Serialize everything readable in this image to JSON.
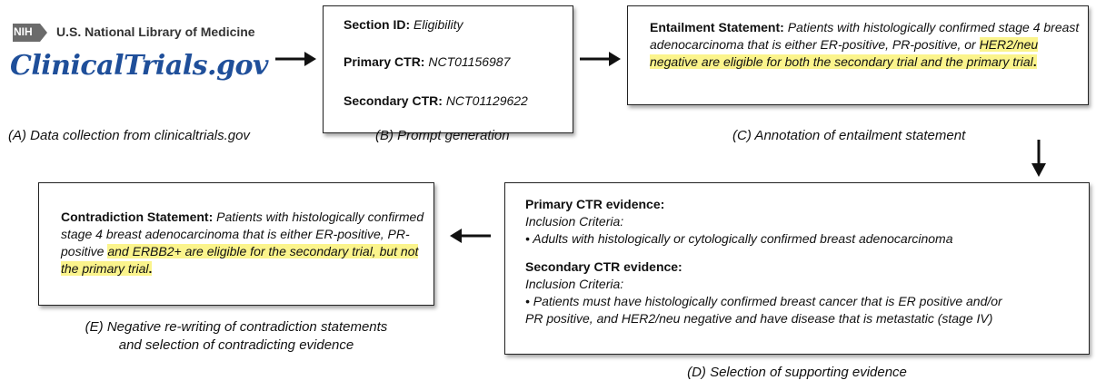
{
  "logo": {
    "nih_badge": "NIH",
    "org_name": "U.S. National Library of Medicine",
    "site_name": "ClinicalTrials.gov"
  },
  "box_b": {
    "section_label": "Section ID:",
    "section_value": "Eligibility",
    "primary_label": "Primary CTR:",
    "primary_value": "NCT01156987",
    "secondary_label": "Secondary CTR:",
    "secondary_value": "NCT01129622"
  },
  "box_c": {
    "label": "Entailment Statement:",
    "text_plain": "Patients with histologically confirmed stage 4 breast adenocarcinoma that is either ER-positive, PR-positive, or",
    "text_highlight": "HER2/neu negative are eligible for both the secondary trial and the primary trial",
    "end": "."
  },
  "box_d": {
    "primary_heading": "Primary CTR evidence:",
    "primary_sub": "Inclusion Criteria:",
    "primary_item": "•  Adults with histologically or cytologically confirmed breast adenocarcinoma",
    "secondary_heading": "Secondary CTR evidence:",
    "secondary_sub": "Inclusion Criteria:",
    "secondary_item_line1": "•  Patients must have histologically confirmed breast cancer that is ER positive and/or",
    "secondary_item_line2": "PR positive, and HER2/neu negative and have disease that is metastatic (stage IV)"
  },
  "box_e": {
    "label": "Contradiction Statement:",
    "text_plain": "Patients with histologically confirmed stage 4 breast adenocarcinoma that is either ER-positive, PR-positive",
    "text_highlight": "and ERBB2+ are eligible for the secondary trial, but not the primary trial",
    "end": "."
  },
  "captions": {
    "a": "(A) Data collection from clinicaltrials.gov",
    "b": "(B) Prompt generation",
    "c": "(C) Annotation of entailment statement",
    "d": "(D) Selection of supporting evidence",
    "e_line1": "(E) Negative re-writing of contradiction statements",
    "e_line2": "and selection of contradicting evidence"
  }
}
